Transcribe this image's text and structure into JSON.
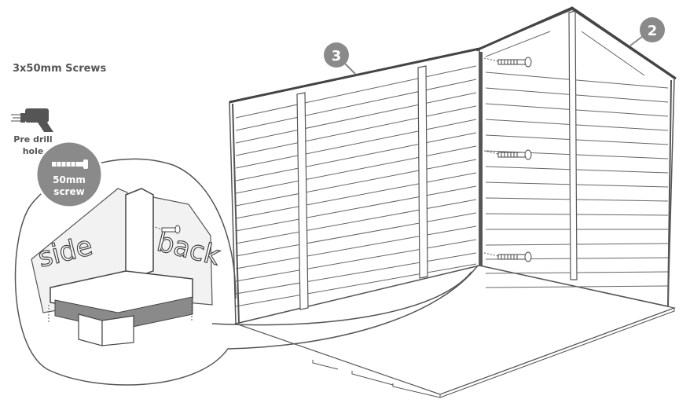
{
  "header": {
    "title": "3x50mm Screws"
  },
  "drill": {
    "label_line1": "Pre drill",
    "label_line2": "hole"
  },
  "screw_badge": {
    "line1": "50mm",
    "line2": "screw"
  },
  "detail": {
    "side_label": "side",
    "back_label": "back"
  },
  "steps": {
    "left_wall": "3",
    "right_wall": "2"
  },
  "colors": {
    "line": "#555555",
    "fill_grey": "#8a8a8a",
    "panel": "#f2f2f2",
    "dark": "#444444"
  }
}
